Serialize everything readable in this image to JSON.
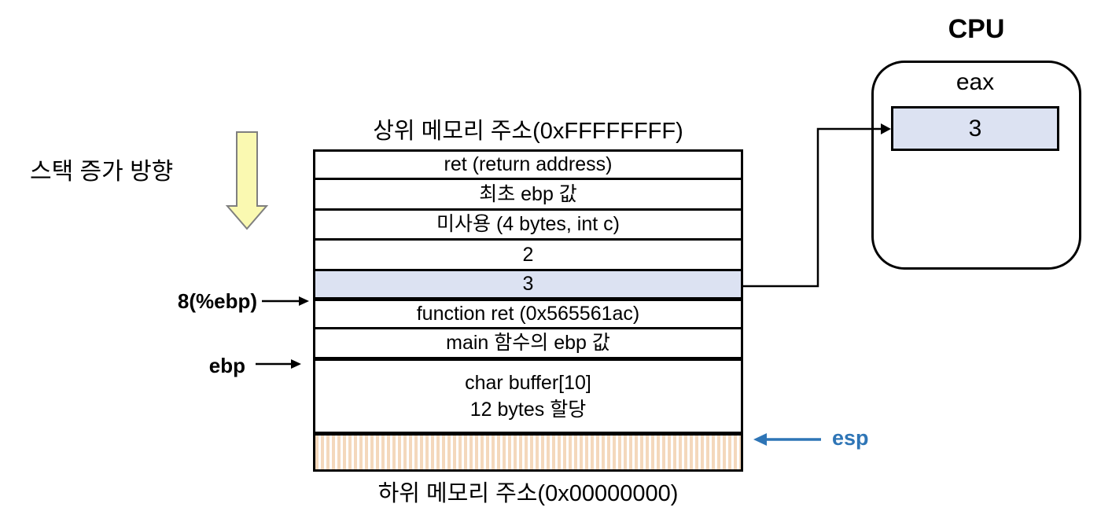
{
  "titles": {
    "high_memory": "상위 메모리 주소(0xFFFFFFFF)",
    "low_memory": "하위 메모리 주소(0x00000000)",
    "stack_direction": "스택 증가 방향"
  },
  "stack": {
    "rows": [
      {
        "label": "ret (return address)"
      },
      {
        "label": "최초 ebp 값"
      },
      {
        "label": "미사용 (4 bytes, int c)"
      },
      {
        "label": "2"
      },
      {
        "label": "3",
        "highlight": true
      },
      {
        "label": "function ret (0x565561ac)"
      },
      {
        "label": "main 함수의 ebp 값"
      },
      {
        "lines": [
          "char buffer[10]",
          "12 bytes 할당"
        ]
      },
      {
        "type": "hatched",
        "label": ""
      }
    ]
  },
  "pointers": {
    "ebp_offset": "8(%ebp)",
    "ebp": "ebp",
    "esp": "esp"
  },
  "cpu": {
    "title": "CPU",
    "register": "eax",
    "value": "3"
  },
  "colors": {
    "highlight": "#DCE2F2",
    "hatch": "#F4D8BC",
    "esp_blue": "#2E75B6",
    "arrow_yellow": "#FAF9B1"
  }
}
